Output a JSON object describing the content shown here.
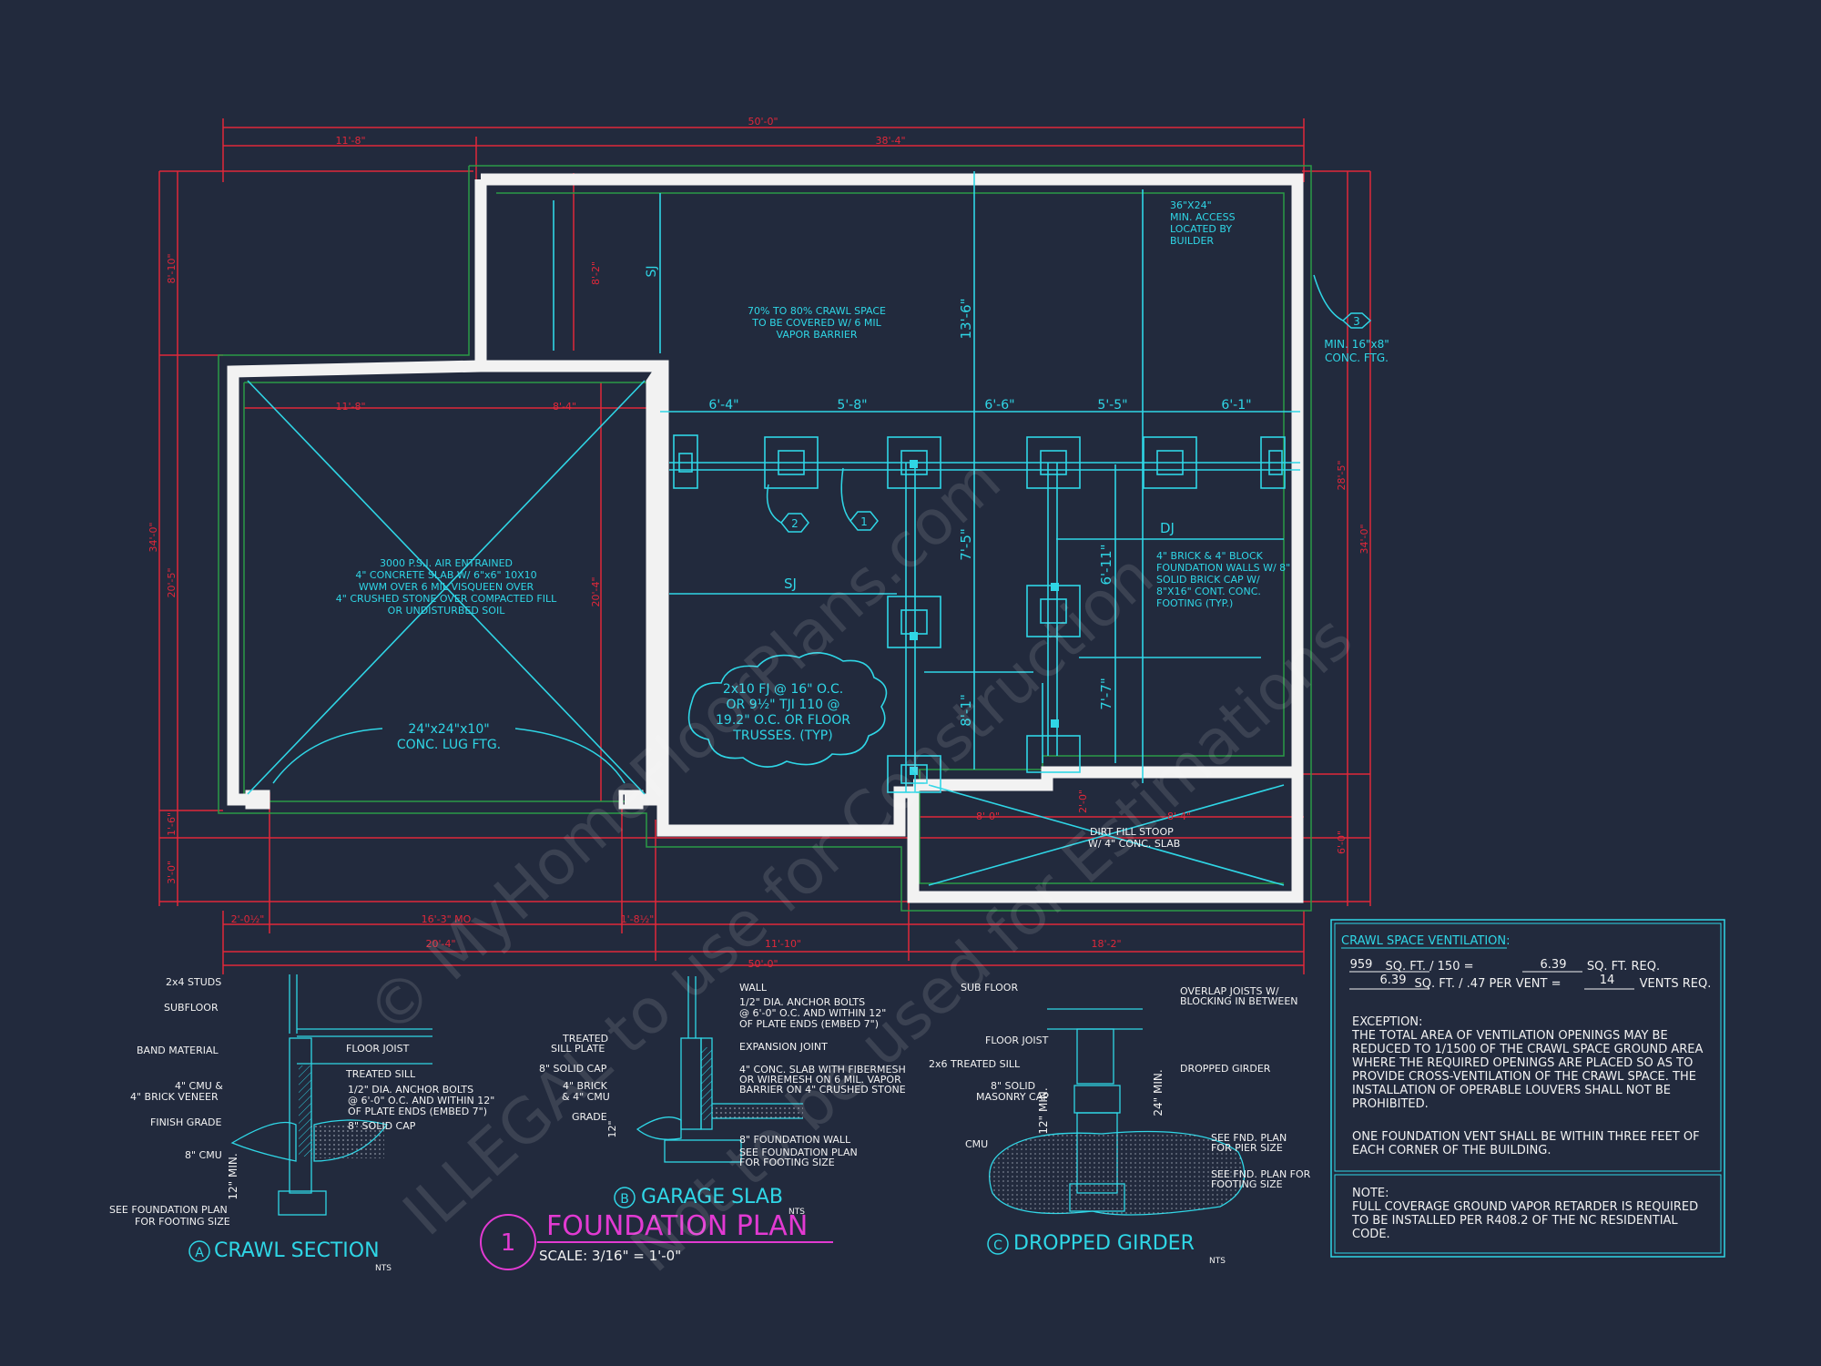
{
  "title_block": {
    "number": "1",
    "title": "FOUNDATION PLAN",
    "scale": "SCALE: 3/16\" = 1'-0\""
  },
  "dimensions": {
    "top_overall": "50'-0\"",
    "top_left": "11'-8\"",
    "top_right": "38'-4\"",
    "bottom_overall": "50'-0\"",
    "bottom_left_total": "20'-4\"",
    "bottom_mid": "11'-10\"",
    "bottom_right": "18'-2\"",
    "bottom_a": "2'-0½\"",
    "bottom_b": "16'-3\" MO",
    "bottom_c": "1'-8½\"",
    "left_total": "34'-0\"",
    "left_top": "8'-10\"",
    "left_mid": "20'-5\"",
    "left_low": "1'-6\"",
    "left_bot": "3'-0\"",
    "right_total": "34'-0\"",
    "right_a": "28'-5\"",
    "right_b": "6'-0\"",
    "garage_inner_top_a": "11'-8\"",
    "garage_inner_top_b": "8'-4\"",
    "garage_inner_side": "20'-4\"",
    "upper_left_v": "8'-2\"",
    "pier_row": [
      "6'-4\"",
      "5'-8\"",
      "6'-6\"",
      "5'-5\"",
      "6'-1\""
    ],
    "v_136": "13'-6\"",
    "v_75": "7'-5\"",
    "v_611": "6'-11\"",
    "v_81": "8'-1\"",
    "v_77": "7'-7\"",
    "stoop_a": "8'-0\"",
    "stoop_b": "8'-4\"",
    "stoop_v": "2'-0\""
  },
  "plan_labels": {
    "sj_upper": "SJ",
    "sj_mid": "SJ",
    "dj": "DJ",
    "vapor_barrier": [
      "70% TO 80% CRAWL SPACE",
      "TO BE COVERED W/ 6 MIL",
      "VAPOR BARRIER"
    ],
    "access": [
      "36\"X24\"",
      "MIN. ACCESS",
      "LOCATED BY",
      "BUILDER"
    ],
    "ftg_callout_num": "3",
    "ftg_callout": [
      "MIN. 16\"x8\"",
      "CONC. FTG."
    ],
    "slab_note": [
      "3000 P.S.I. AIR ENTRAINED",
      "4\" CONCRETE SLAB W/ 6\"x6\" 10X10",
      "WWM OVER 6 MIL VISQUEEN OVER",
      "4\" CRUSHED STONE OVER COMPACTED FILL",
      "OR UNDISTURBED SOIL"
    ],
    "lug_ftg": [
      "24\"x24\"x10\"",
      "CONC. LUG FTG."
    ],
    "brick_note": [
      "4\" BRICK & 4\" BLOCK",
      "FOUNDATION WALLS W/ 8\"",
      "SOLID BRICK CAP W/",
      "8\"X16\" CONT. CONC.",
      "FOOTING (TYP.)"
    ],
    "joist_cloud": [
      "2x10 FJ @ 16\" O.C.",
      "OR 9½\" TJI 110 @",
      "19.2\" O.C. OR FLOOR",
      "TRUSSES. (TYP)"
    ],
    "pier_callout_2": "2",
    "pier_callout_1": "1",
    "stoop": [
      "DIRT FILL STOOP",
      "W/ 4\" CONC. SLAB"
    ]
  },
  "details": {
    "a": {
      "letter": "A",
      "title": "CRAWL SECTION",
      "nts": "NTS",
      "labels_left": [
        "2x4 STUDS",
        "SUBFLOOR",
        "BAND MATERIAL",
        "4\" CMU &",
        "4\" BRICK VENEER",
        "FINISH GRADE",
        "8\" CMU",
        "SEE FOUNDATION PLAN",
        "FOR FOOTING SIZE"
      ],
      "labels_right": [
        "FLOOR JOIST",
        "TREATED SILL",
        "1/2\" DIA. ANCHOR BOLTS",
        "@ 6'-0\" O.C. AND WITHIN 12\"",
        "OF PLATE ENDS (EMBED 7\")",
        "8\" SOLID CAP"
      ],
      "min": "12\" MIN."
    },
    "b": {
      "letter": "B",
      "title": "GARAGE SLAB",
      "nts": "NTS",
      "labels_left": [
        "TREATED",
        "SILL PLATE",
        "8\" SOLID CAP",
        "4\" BRICK",
        "& 4\" CMU",
        "GRADE"
      ],
      "labels_right": [
        "WALL",
        "1/2\" DIA. ANCHOR BOLTS",
        "@ 6'-0\" O.C. AND WITHIN 12\"",
        "OF PLATE ENDS (EMBED 7\")",
        "EXPANSION JOINT",
        "4\" CONC. SLAB WITH FIBERMESH",
        "OR WIREMESH ON 6 MIL. VAPOR",
        "BARRIER ON 4\" CRUSHED STONE",
        "8\" FOUNDATION WALL",
        "SEE FOUNDATION PLAN",
        "FOR FOOTING SIZE"
      ],
      "min": "12\""
    },
    "c": {
      "letter": "C",
      "title": "DROPPED GIRDER",
      "nts": "NTS",
      "labels_left": [
        "SUB FLOOR",
        "FLOOR JOIST",
        "2x6 TREATED SILL",
        "8\" SOLID",
        "MASONRY CAP",
        "CMU"
      ],
      "labels_right": [
        "OVERLAP JOISTS W/",
        "BLOCKING IN BETWEEN",
        "DROPPED GIRDER",
        "SEE FND. PLAN",
        "FOR PIER SIZE",
        "SEE FND. PLAN FOR",
        "FOOTING SIZE"
      ],
      "min12": "12\" MIN.",
      "min24": "24\" MIN."
    }
  },
  "ventilation": {
    "heading": "CRAWL SPACE VENTILATION:",
    "row1": {
      "a": "959",
      "b": "SQ. FT. / 150 =",
      "c": "6.39",
      "d": "SQ. FT. REQ."
    },
    "row2": {
      "a": "6.39",
      "b": "SQ. FT. / .47 PER VENT =",
      "c": "14",
      "d": "VENTS REQ."
    },
    "exception": [
      "EXCEPTION:",
      "THE TOTAL AREA OF VENTILATION OPENINGS MAY BE",
      "REDUCED TO 1/1500 OF THE CRAWL SPACE GROUND AREA",
      "WHERE THE REQUIRED OPENINGS ARE PLACED SO AS TO",
      "PROVIDE CROSS-VENTILATION OF THE CRAWL SPACE. THE",
      "INSTALLATION OF OPERABLE LOUVERS SHALL NOT BE",
      "PROHIBITED."
    ],
    "one_vent": [
      "ONE FOUNDATION VENT SHALL BE WITHIN THREE FEET OF",
      "EACH CORNER OF THE BUILDING."
    ],
    "note": [
      "NOTE:",
      "FULL COVERAGE GROUND VAPOR RETARDER IS REQUIRED",
      "TO BE INSTALLED PER R408.2 OF THE NC RESIDENTIAL",
      "CODE."
    ]
  },
  "watermark": {
    "line1": "© MyHomeFloorPlans.com",
    "line2": "ILLEGAL to use for Construction",
    "line3": "Not to be used for Estimations"
  },
  "colors": {
    "background": "#222a3d",
    "cyan": "#2fd6e6",
    "red": "#e0283a",
    "green": "#2a9a46",
    "wall": "#f2f2f2",
    "magenta": "#e23ad2"
  }
}
